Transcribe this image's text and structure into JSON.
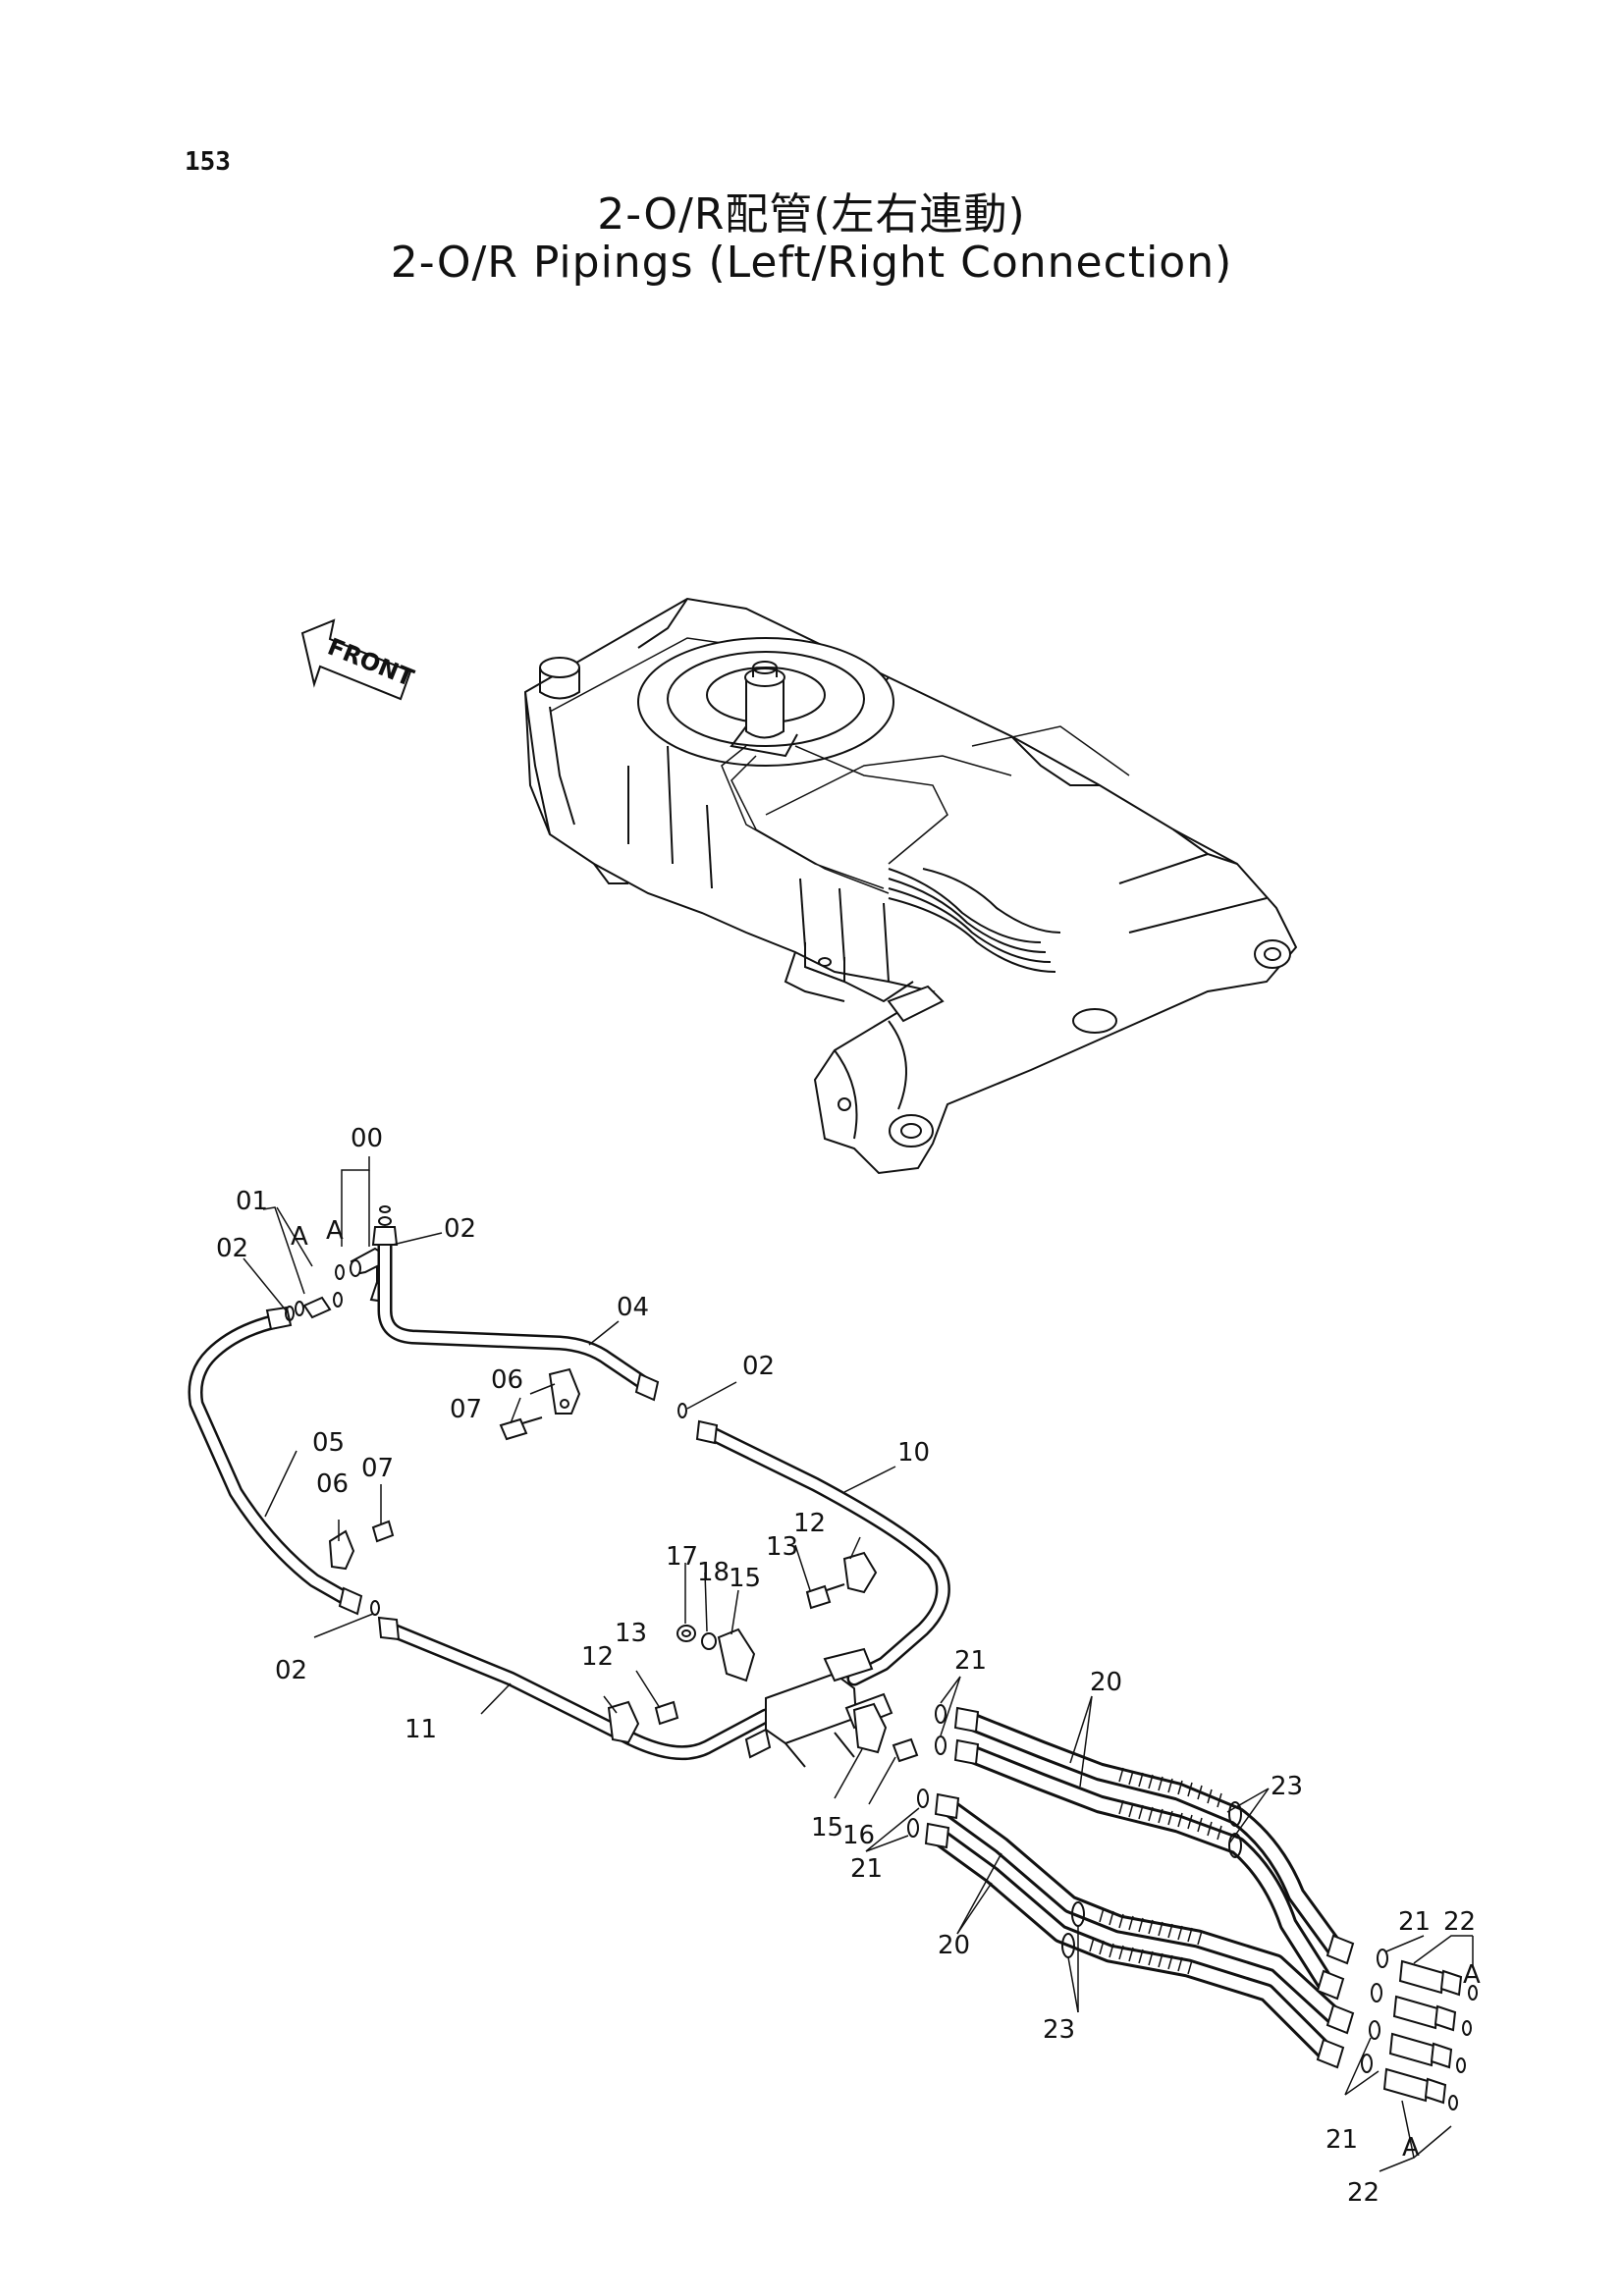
{
  "page": {
    "number": "153",
    "title_ja": "2-O/R配管(左右連動)",
    "title_en": "2-O/R Pipings (Left/Right Connection)"
  },
  "arrow": {
    "label": "FRONT"
  },
  "callouts": {
    "c00": "00",
    "a1": "A",
    "c01": "01",
    "a2": "A",
    "c02a": "02",
    "c02b": "02",
    "c02c": "02",
    "c02d": "02",
    "c04": "04",
    "c05": "05",
    "c06a": "06",
    "c06b": "06",
    "c07a": "07",
    "c07b": "07",
    "c10": "10",
    "c11": "11",
    "c12a": "12",
    "c12b": "12",
    "c13a": "13",
    "c13b": "13",
    "c15a": "15",
    "c15b": "15",
    "c16": "16",
    "c17": "17",
    "c18": "18",
    "c20a": "20",
    "c20b": "20",
    "c21a": "21",
    "c21b": "21",
    "c21c": "21",
    "c21d": "21",
    "c22a": "22",
    "c22b": "22",
    "c23a": "23",
    "c23b": "23",
    "a3": "A",
    "a4": "A"
  }
}
